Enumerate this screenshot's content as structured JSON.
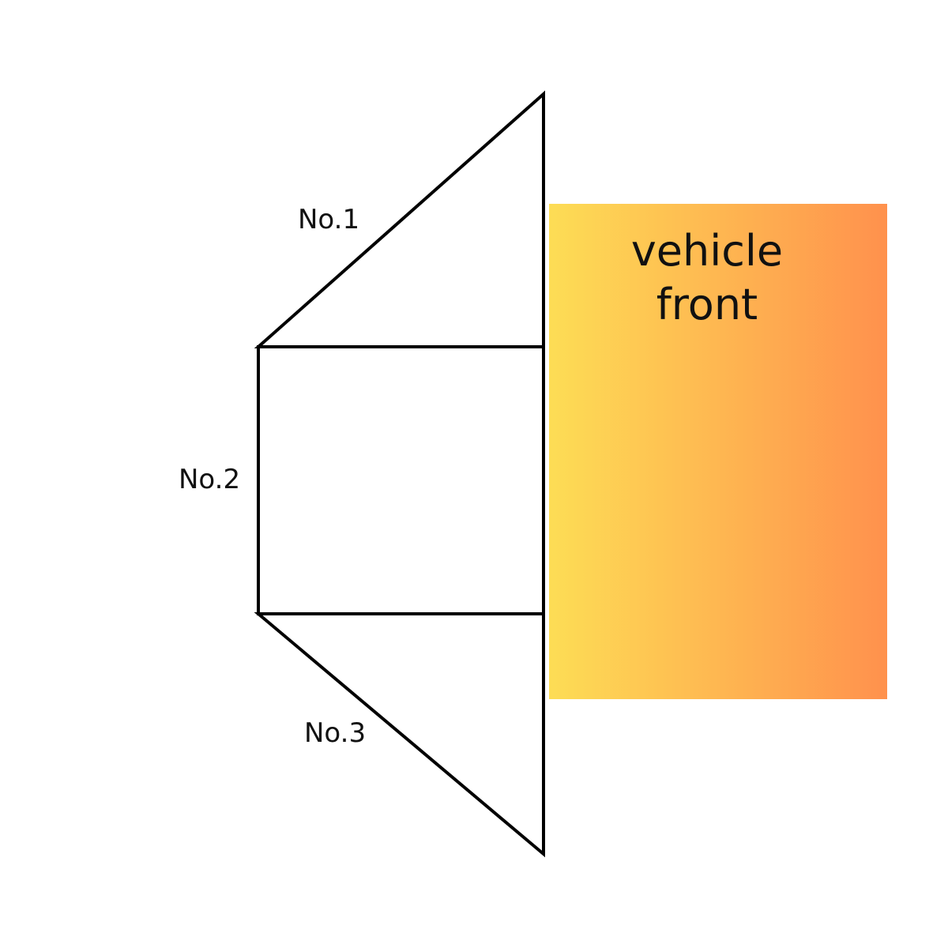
{
  "vehicle": {
    "line1": "vehicle",
    "line2": "front",
    "gradient_start": "#FDDD55",
    "gradient_end": "#FF914D"
  },
  "zones": [
    {
      "label": "No.1"
    },
    {
      "label": "No.2"
    },
    {
      "label": "No.3"
    }
  ],
  "stroke_color": "#000000"
}
